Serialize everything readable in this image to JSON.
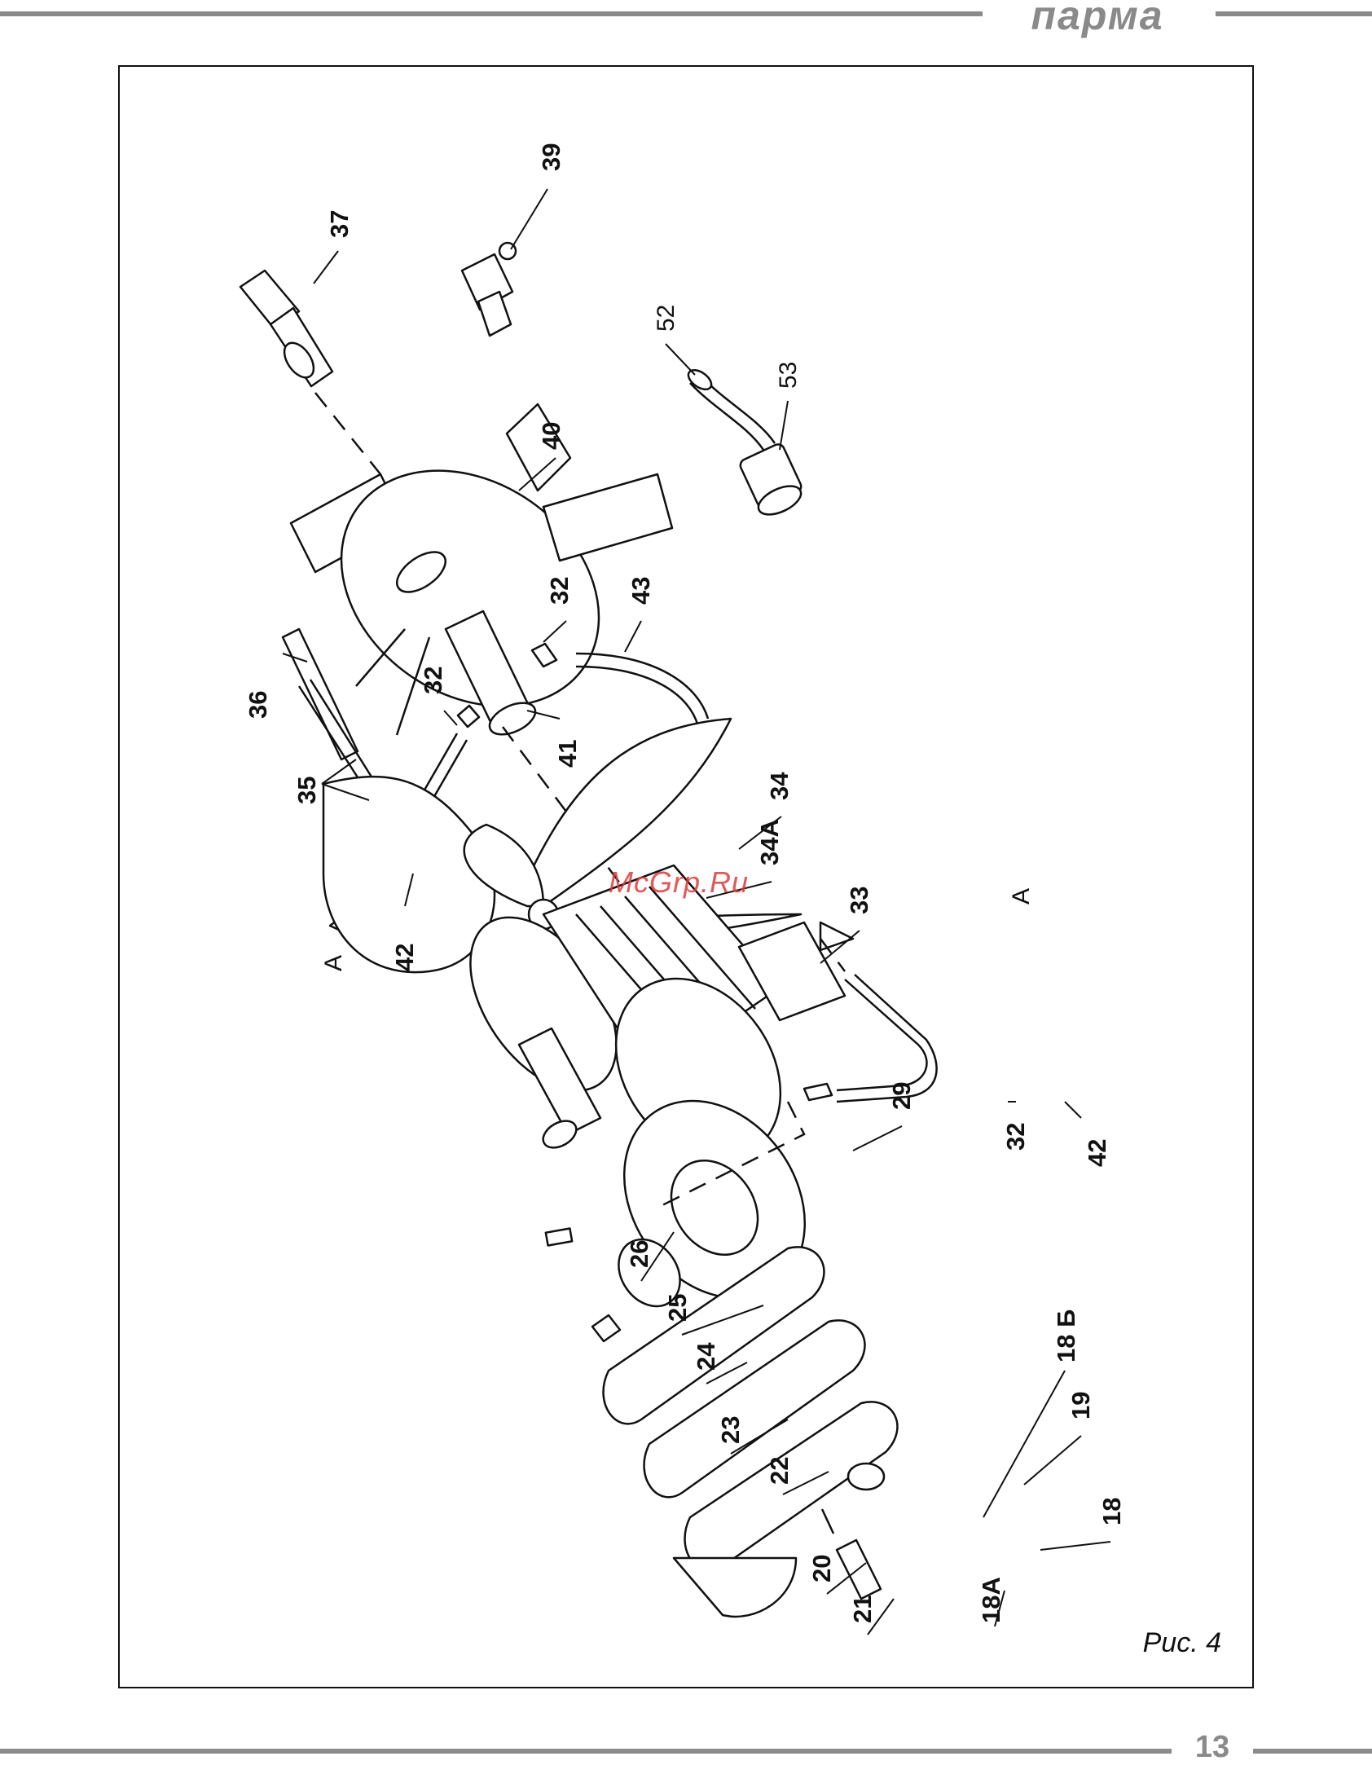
{
  "header": {
    "brand": "парма"
  },
  "footer": {
    "page_number": "13"
  },
  "figure": {
    "caption": "Рис. 4",
    "watermark": "McGrp.Ru",
    "labels": [
      "37",
      "39",
      "52",
      "53",
      "40",
      "36",
      "32",
      "43",
      "32",
      "41",
      "35",
      "34",
      "34A",
      "42",
      "A",
      "33",
      "A",
      "29",
      "32",
      "42",
      "26",
      "25",
      "24",
      "23",
      "18 Б",
      "22",
      "19",
      "18",
      "20",
      "18A",
      "21"
    ]
  }
}
